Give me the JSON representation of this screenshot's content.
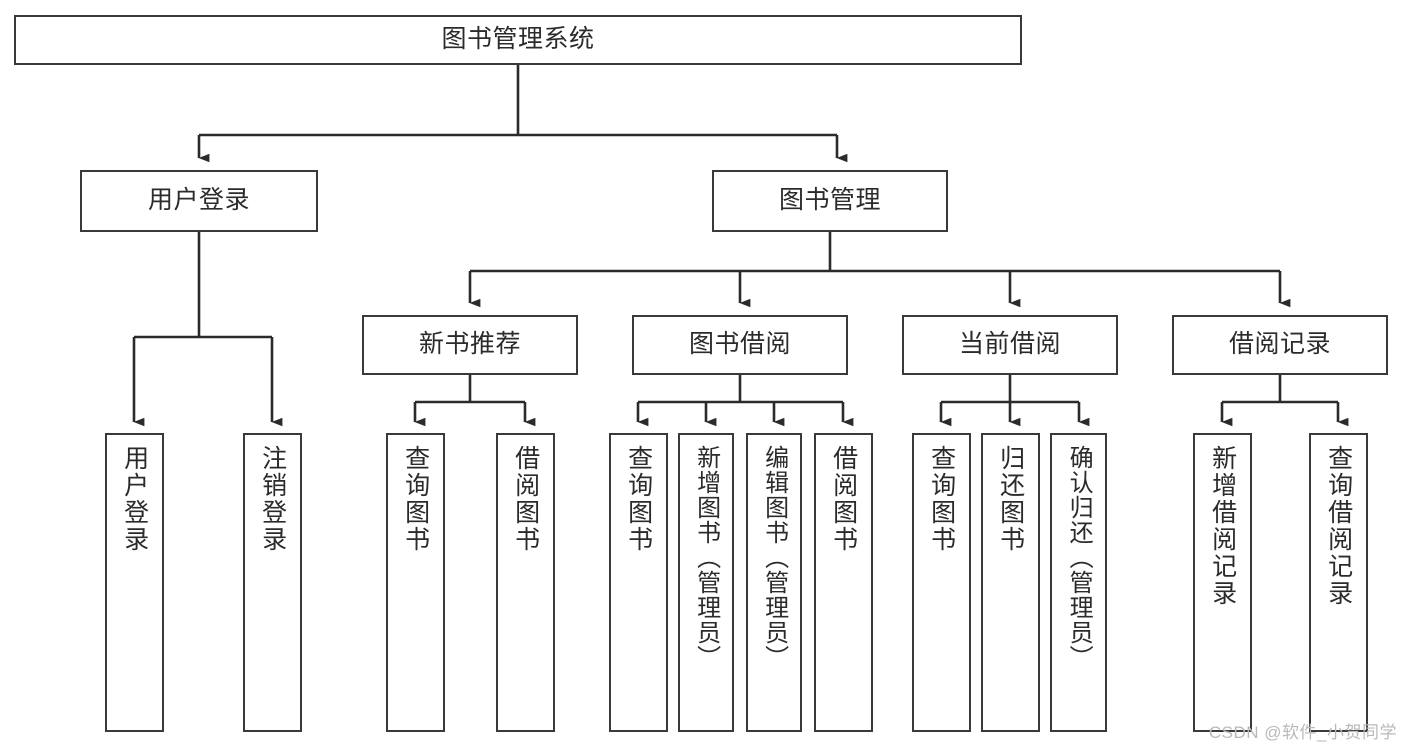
{
  "diagram": {
    "title": "图书管理系统",
    "type": "hierarchy-tree",
    "colors": {
      "box_border": "#3a3a3a",
      "connector": "#2b2b2b",
      "background": "#ffffff",
      "text": "#2b2b2b",
      "watermark": "#b9b9b9"
    },
    "root": {
      "label": "图书管理系统"
    },
    "level2": [
      {
        "label": "用户登录"
      },
      {
        "label": "图书管理"
      }
    ],
    "level3": [
      {
        "label": "新书推荐"
      },
      {
        "label": "图书借阅"
      },
      {
        "label": "当前借阅"
      },
      {
        "label": "借阅记录"
      }
    ],
    "leaves": {
      "user_login": [
        {
          "label": "用户登录"
        },
        {
          "label": "注销登录"
        }
      ],
      "new_book_recommend": [
        {
          "label": "查询图书"
        },
        {
          "label": "借阅图书"
        }
      ],
      "book_borrow": [
        {
          "label": "查询图书"
        },
        {
          "label": "新增图书（管理员）"
        },
        {
          "label": "编辑图书（管理员）"
        },
        {
          "label": "借阅图书"
        }
      ],
      "current_borrow": [
        {
          "label": "查询图书"
        },
        {
          "label": "归还图书"
        },
        {
          "label": "确认归还（管理员）"
        }
      ],
      "borrow_record": [
        {
          "label": "新增借阅记录"
        },
        {
          "label": "查询借阅记录"
        }
      ]
    }
  },
  "watermark": {
    "text": "CSDN @软件_小贺同学"
  }
}
